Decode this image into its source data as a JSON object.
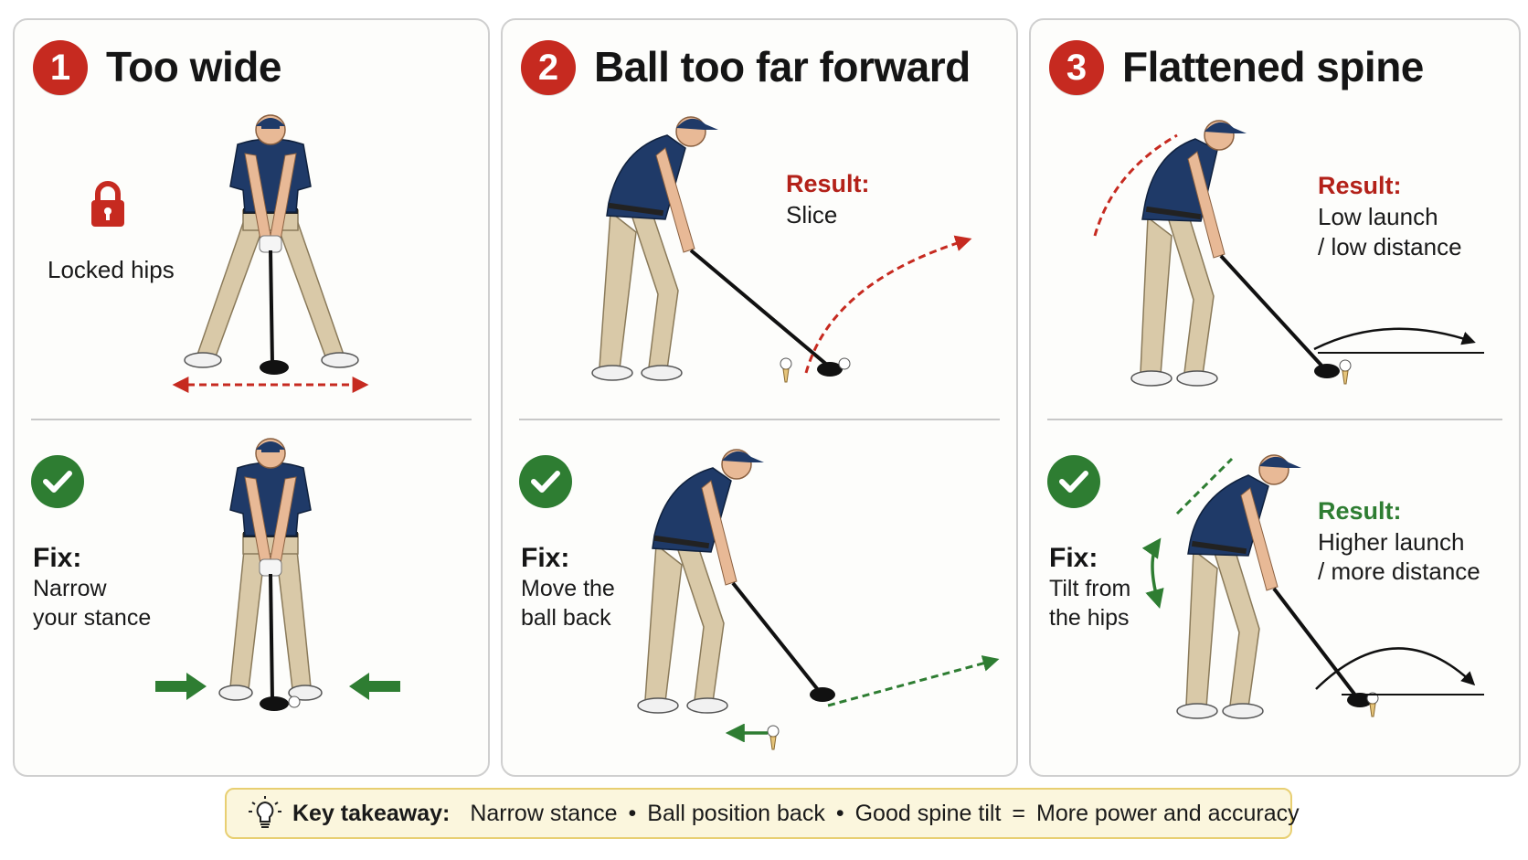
{
  "panels": [
    {
      "number": "1",
      "title": "Too wide",
      "annotation": "Locked hips",
      "fix_label": "Fix:",
      "fix_lines": [
        "Narrow",
        "your stance"
      ]
    },
    {
      "number": "2",
      "title": "Ball too far forward",
      "result_label": "Result:",
      "result_lines": [
        "Slice"
      ],
      "fix_label": "Fix:",
      "fix_lines": [
        "Move the",
        "ball back"
      ]
    },
    {
      "number": "3",
      "title": "Flattened spine",
      "result_label": "Result:",
      "result_lines": [
        "Low launch",
        "/ low distance"
      ],
      "fix_label": "Fix:",
      "fix_lines": [
        "Tilt from",
        "the hips"
      ],
      "fix_result_label": "Result:",
      "fix_result_lines": [
        "Higher launch",
        "/ more distance"
      ]
    }
  ],
  "takeaway": {
    "label": "Key takeaway:",
    "items": [
      "Narrow stance",
      "Ball position back",
      "Good spine tilt"
    ],
    "separator": "•",
    "equals": "=",
    "conclusion": "More power and accuracy"
  },
  "colors": {
    "error_red": "#c62a20",
    "fix_green": "#2e7d32",
    "shirt_navy": "#1f3a68",
    "pants_khaki": "#d9c9a8",
    "takeaway_bg": "#fbf6dd"
  },
  "icons": [
    "lock-icon",
    "check-icon",
    "lightbulb-icon",
    "golf-ball-icon"
  ]
}
